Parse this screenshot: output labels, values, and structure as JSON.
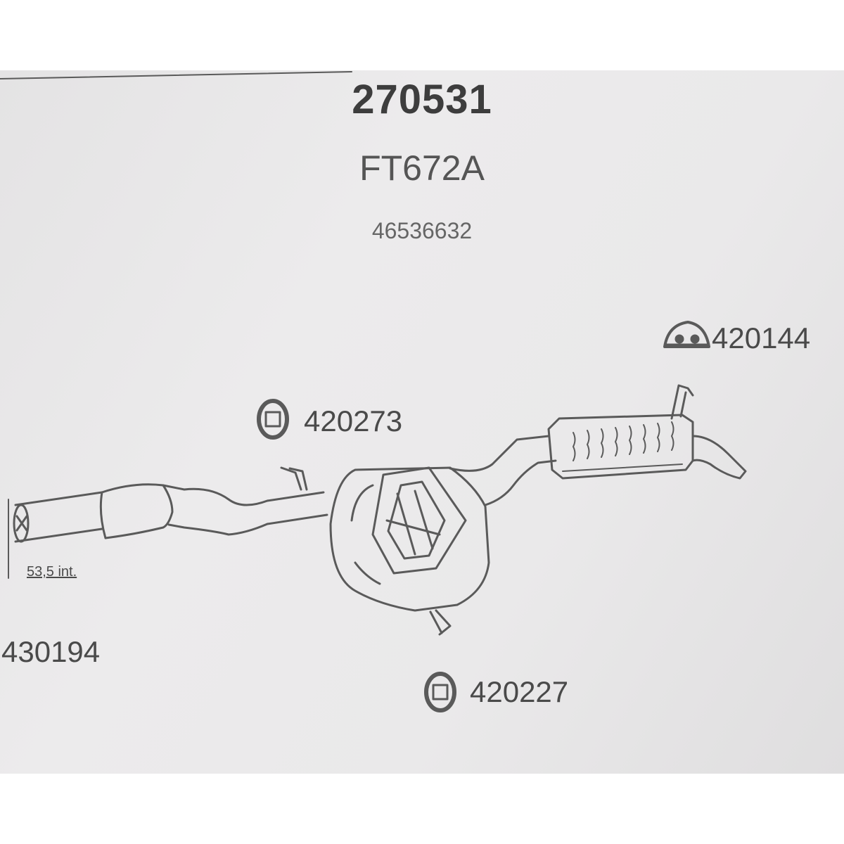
{
  "header": {
    "part_number": "270531",
    "ref_code": "FT672A",
    "oem_code": "46536632"
  },
  "components": [
    {
      "id": "mount-top-right",
      "code": "420144",
      "icon": "rubber-hanger-icon"
    },
    {
      "id": "mount-mid",
      "code": "420273",
      "icon": "ring-mount-icon"
    },
    {
      "id": "mount-bottom",
      "code": "420227",
      "icon": "ring-mount-icon"
    },
    {
      "id": "gasket-front",
      "code": "430194",
      "icon": "flange-icon"
    }
  ],
  "dimension": {
    "pipe_diameter": "53,5 int."
  },
  "colors": {
    "ink": "#5a5a5a",
    "paper": "#e8e7e8"
  }
}
